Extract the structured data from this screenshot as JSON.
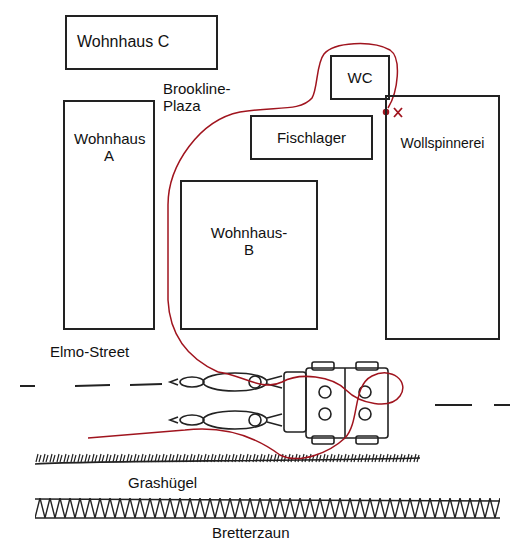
{
  "diagram": {
    "nodes": [
      {
        "text": [
          "Wohnhaus C"
        ]
      },
      {
        "text": [
          "WC"
        ]
      },
      {
        "text": [
          "Wohnhaus A"
        ]
      },
      {
        "text": [
          "Fischlager"
        ]
      },
      {
        "text": [
          "Wollspinnerei"
        ]
      },
      {
        "text": [
          "Wohnhaus- B"
        ]
      }
    ],
    "labels": [
      "Brookline- Plaza",
      "Elmo-Street",
      "Grashügel",
      "Bretterzaun"
    ]
  }
}
